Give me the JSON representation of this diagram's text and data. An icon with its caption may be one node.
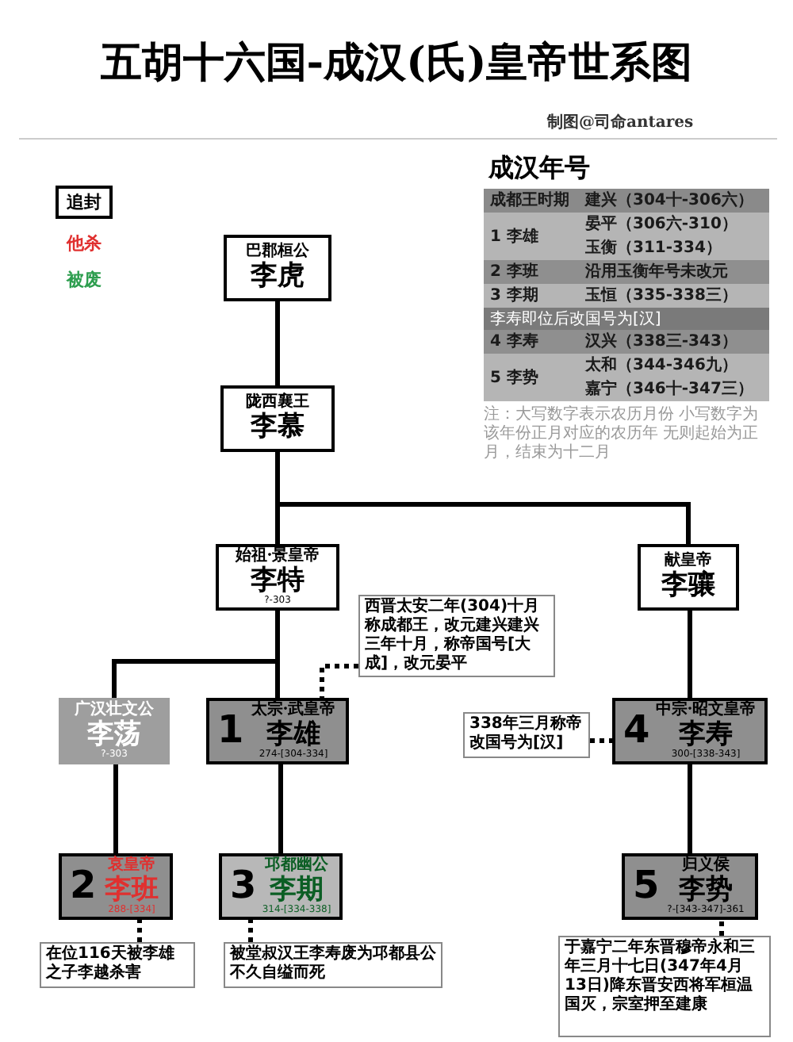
{
  "diagram": {
    "title": "五胡十六国-成汉(氏)皇帝世系图",
    "nodes": [
      {
        "text": [
          "巴郡桓公",
          "李虎"
        ]
      },
      {
        "text": [
          "陇西襄王",
          "李慕"
        ]
      },
      {
        "text": [
          "始祖·景皇帝",
          "李特",
          "?-303"
        ]
      },
      {
        "text": [
          "献皇帝",
          "李骧"
        ]
      },
      {
        "text": [
          "广汉壮文公",
          "李荡",
          "?-303"
        ]
      },
      {
        "text": [
          "1",
          "太宗·武皇帝",
          "李雄",
          "274-[304-334]"
        ]
      },
      {
        "text": [
          "4",
          "中宗·昭文皇帝",
          "李寿",
          "300-[338-343]"
        ]
      },
      {
        "text": [
          "2",
          "哀皇帝",
          "李班",
          "288-[334]"
        ]
      },
      {
        "text": [
          "3",
          "邛都幽公",
          "李期",
          "314-[334-338]"
        ]
      },
      {
        "text": [
          "5",
          "归义侯",
          "李势",
          "?-[343-347]-361"
        ]
      },
      {
        "text": [
          "西晋太安二年(304)十月称成都王，改元建兴建兴三年十月，称帝国号[大成]，改元晏平"
        ]
      },
      {
        "text": [
          "338年三月称帝改国号为[汉]"
        ]
      },
      {
        "text": [
          "在位116天被李雄之子李越杀害"
        ]
      },
      {
        "text": [
          "被堂叔汉王李寿废为邛都县公不久自缢而死"
        ]
      },
      {
        "text": [
          "于嘉宁二年东晋穆帝永和三年三月十七日(347年4月13日)降东晋安西将军桓温国灭，宗室押至建康"
        ]
      }
    ],
    "edges": [
      {
        "from": 0,
        "to": 1,
        "arrow": "none"
      },
      {
        "from": 1,
        "to": 2,
        "arrow": "none"
      },
      {
        "from": 1,
        "to": 3,
        "arrow": "none"
      },
      {
        "from": 2,
        "to": 4,
        "arrow": "none"
      },
      {
        "from": 2,
        "to": 5,
        "arrow": "none"
      },
      {
        "from": 3,
        "to": 6,
        "arrow": "none"
      },
      {
        "from": 4,
        "to": 7,
        "arrow": "none"
      },
      {
        "from": 5,
        "to": 8,
        "arrow": "none"
      },
      {
        "from": 6,
        "to": 9,
        "arrow": "none"
      },
      {
        "from": 10,
        "to": 5,
        "arrow": "none",
        "style": "dashed"
      },
      {
        "from": 11,
        "to": 6,
        "arrow": "none",
        "style": "dashed"
      },
      {
        "from": 12,
        "to": 7,
        "arrow": "none",
        "style": "dashed"
      },
      {
        "from": 13,
        "to": 8,
        "arrow": "none",
        "style": "dashed"
      },
      {
        "from": 14,
        "to": 9,
        "arrow": "none",
        "style": "dashed"
      }
    ],
    "labels": [
      "制图@司命antares",
      "成汉年号",
      "成都王时期",
      "建兴（304十-306六）",
      "1 李雄",
      "晏平（306六-310）",
      "玉衡（311-334）",
      "2 李班",
      "沿用玉衡年号未改元",
      "3 李期",
      "玉恒（335-338三）",
      "李寿即位后改国号为[汉]",
      "4 李寿",
      "汉兴（338三-343）",
      "5 李势",
      "太和（344-346九）",
      "嘉宁（346十-347三）",
      "注：大写数字表示农历月份 小写数字为该年份正月对应的农历年 无则起始为正月，结束为十二月"
    ],
    "legend": [
      {
        "text": "追封"
      },
      {
        "text": "他杀",
        "color": "#e0302f"
      },
      {
        "text": "被废",
        "color": "#2e9e4f"
      }
    ]
  }
}
